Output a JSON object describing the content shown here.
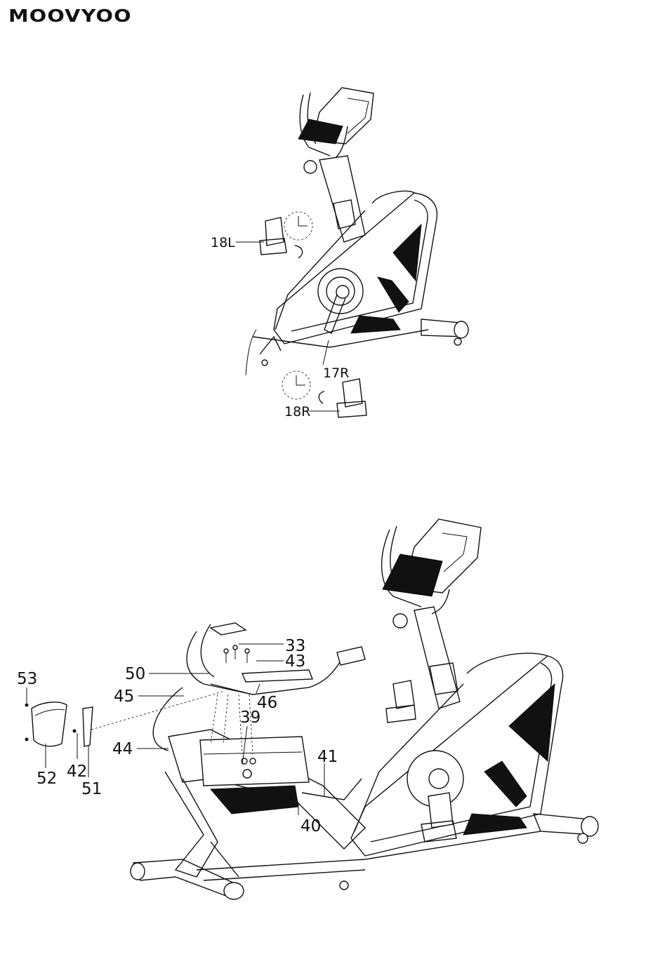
{
  "brand": {
    "logo_text": "MOOVYOO"
  },
  "top_diagram": {
    "labels": {
      "left_pedal": "18L",
      "crank": "17R",
      "right_pedal": "18R"
    },
    "icons": [
      "clock-icon",
      "rotate-arrow-icon"
    ]
  },
  "bottom_diagram": {
    "labels": {
      "p33": "33",
      "p43": "43",
      "p50": "50",
      "p45": "45",
      "p46": "46",
      "p39": "39",
      "p53": "53",
      "p44": "44",
      "p41": "41",
      "p42": "42",
      "p52": "52",
      "p51": "51",
      "p40": "40"
    }
  }
}
